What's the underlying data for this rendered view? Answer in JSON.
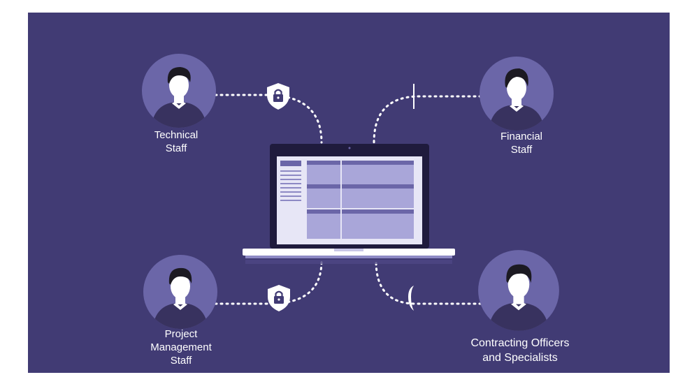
{
  "people": [
    {
      "id": "technical-staff",
      "lines": [
        "Technical",
        "Staff"
      ],
      "icon": "person-avatar-icon"
    },
    {
      "id": "financial-staff",
      "lines": [
        "Financial",
        "Staff"
      ],
      "icon": "person-avatar-icon"
    },
    {
      "id": "project-management-staff",
      "lines": [
        "Project",
        "Management",
        "Staff"
      ],
      "icon": "person-avatar-icon"
    },
    {
      "id": "contracting-officers",
      "lines": [
        "Contracting Officers",
        "and Specialists"
      ],
      "icon": "person-avatar-icon"
    }
  ],
  "icons": {
    "shield": "shield-lock-icon",
    "laptop": "laptop-icon"
  },
  "colors": {
    "background": "#413b74",
    "circle": "#6b66a8",
    "skin": "#ffffff",
    "hair": "#1c1a22",
    "shirt": "#38325f",
    "dots": "#ffffff",
    "screen": "#e7e6f6",
    "row": "#a9a6d9"
  }
}
